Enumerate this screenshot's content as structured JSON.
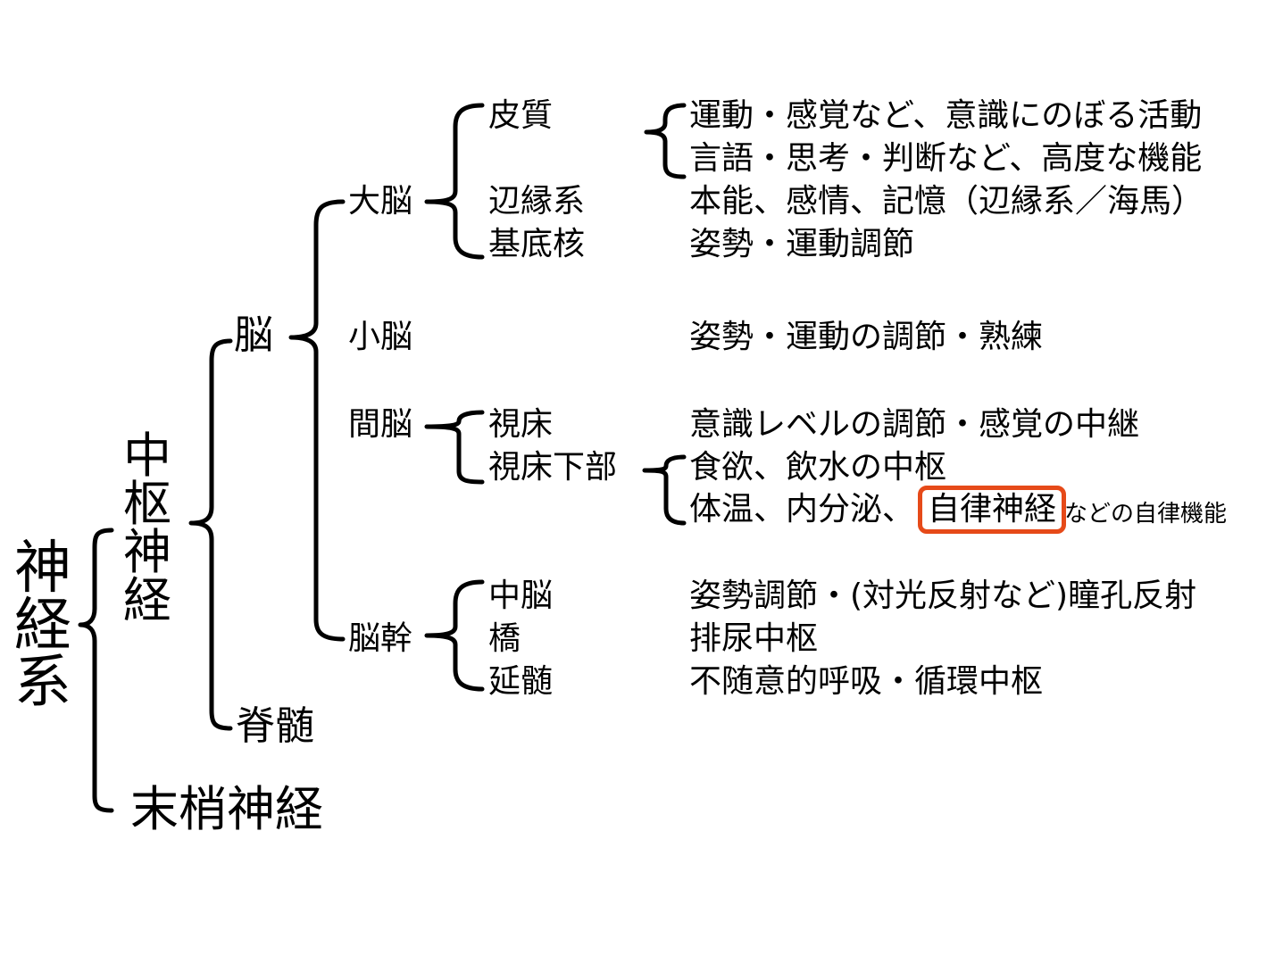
{
  "root": {
    "label": "神経系"
  },
  "cns": {
    "label": "中枢神経"
  },
  "pns": {
    "label": "末梢神経"
  },
  "brain": {
    "label": "脳"
  },
  "spinal": {
    "label": "脊髄"
  },
  "cerebrum": {
    "label": "大脳"
  },
  "cerebellum": {
    "label": "小脳"
  },
  "diencephalon": {
    "label": "間脳"
  },
  "brainstem": {
    "label": "脳幹"
  },
  "cortex": {
    "label": "皮質"
  },
  "limbic": {
    "label": "辺縁系"
  },
  "basal": {
    "label": "基底核"
  },
  "thalamus": {
    "label": "視床"
  },
  "hypothalamus": {
    "label": "視床下部"
  },
  "midbrain": {
    "label": "中脳"
  },
  "pons": {
    "label": "橋"
  },
  "medulla": {
    "label": "延髄"
  },
  "functions": {
    "cortex_1": "運動・感覚など、意識にのぼる活動",
    "cortex_2": "言語・思考・判断など、高度な機能",
    "limbic": "本能、感情、記憶（辺縁系／海馬）",
    "basal": "姿勢・運動調節",
    "cerebellum": "姿勢・運動の調節・熟練",
    "thalamus": "意識レベルの調節・感覚の中継",
    "hypothalamus_1": "食欲、飲水の中枢",
    "hypothalamus_2_prefix": "体温、内分泌、",
    "hypothalamus_2_highlight": "自律神経",
    "hypothalamus_2_suffix": "などの自律機能",
    "midbrain": "姿勢調節・(対光反射など)瞳孔反射",
    "pons": "排尿中枢",
    "medulla": "不随意的呼吸・循環中枢"
  },
  "colors": {
    "highlight_border": "#e64a19",
    "text": "#000000"
  }
}
